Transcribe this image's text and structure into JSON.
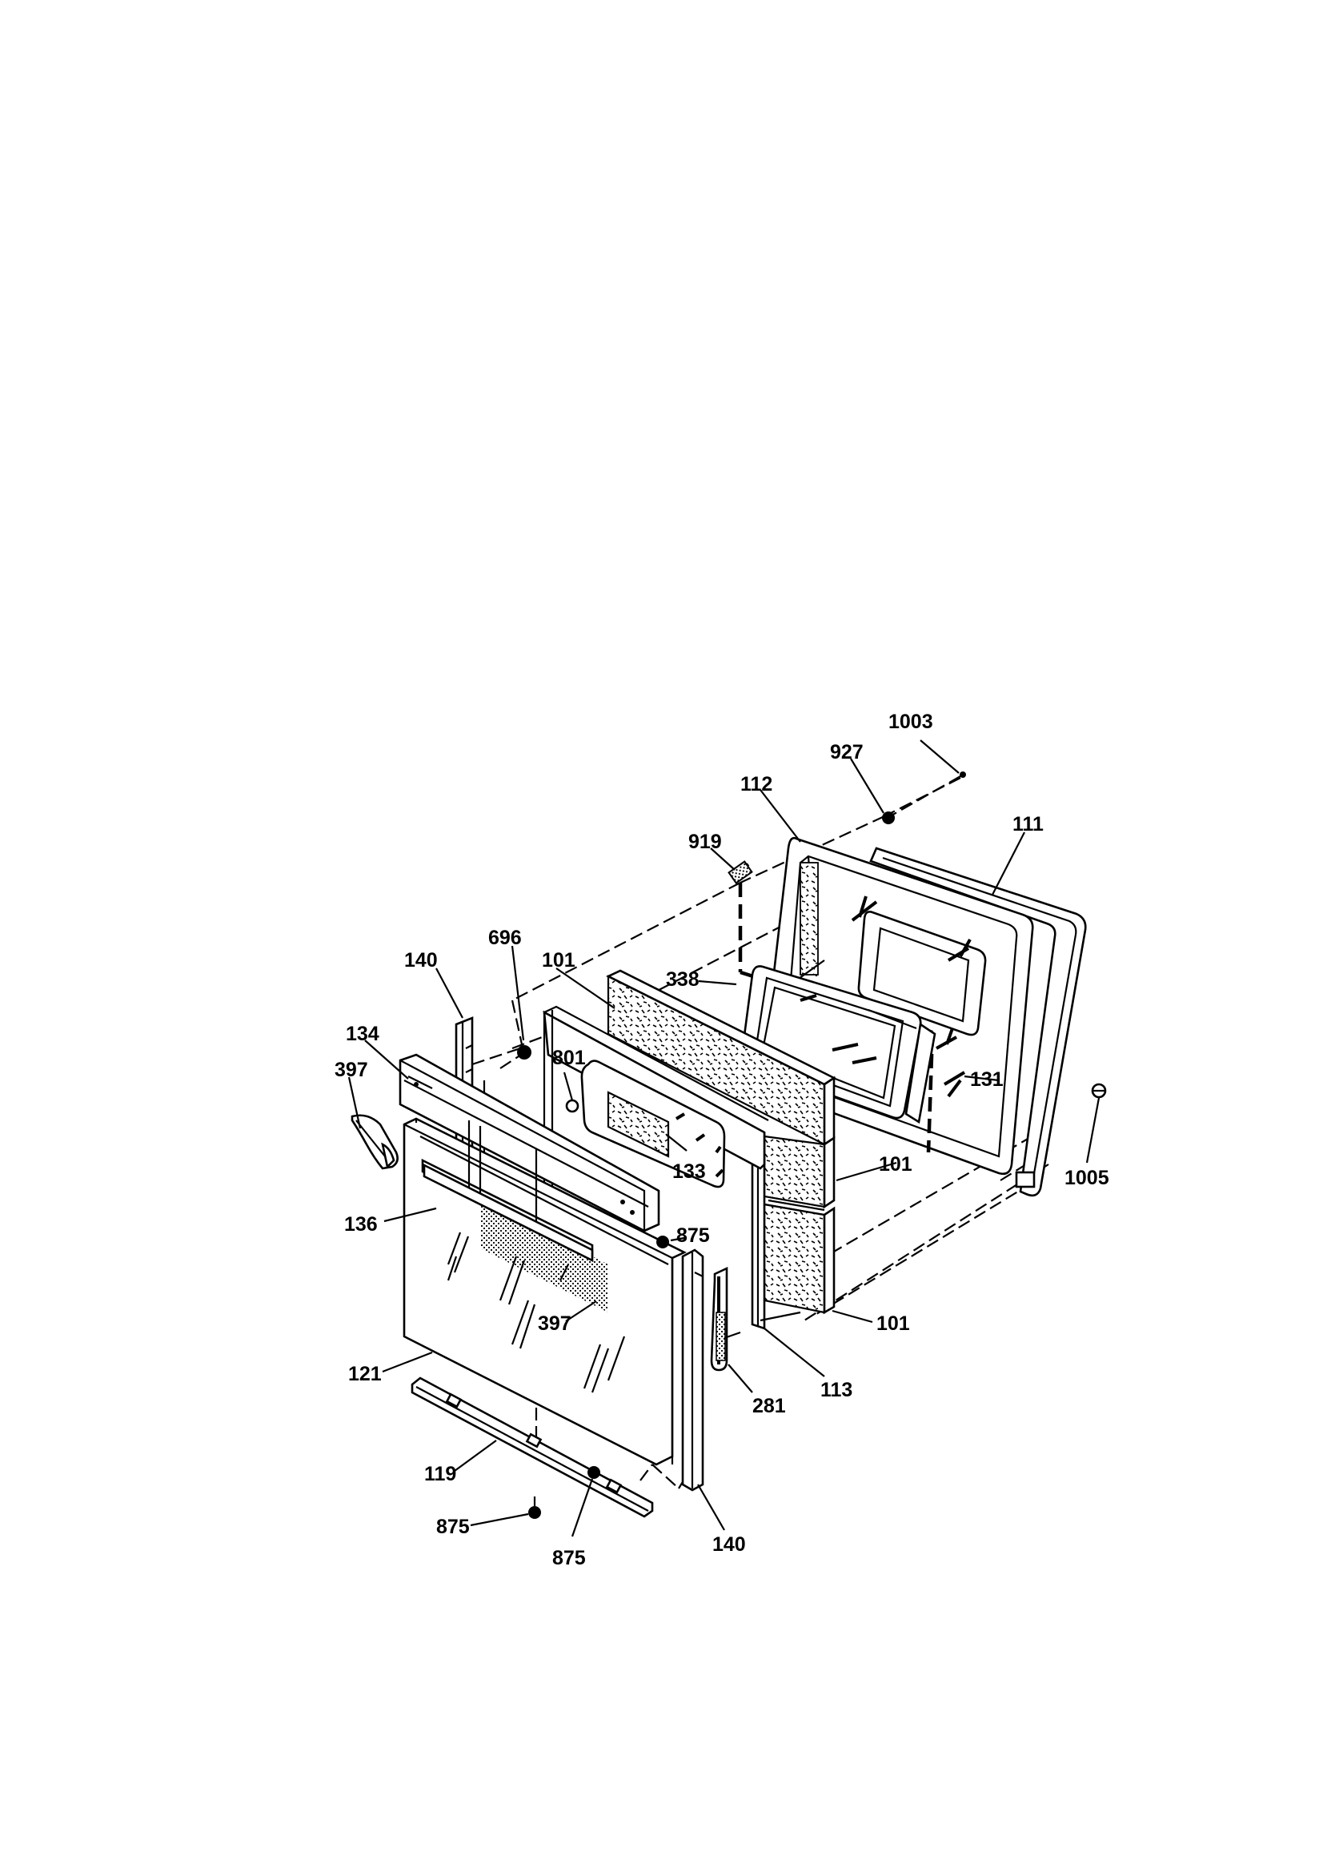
{
  "labels": {
    "l1003": "1003",
    "l927": "927",
    "l112": "112",
    "l111": "111",
    "l919": "919",
    "l696": "696",
    "l140a": "140",
    "l101a": "101",
    "l338": "338",
    "l134": "134",
    "l801": "801",
    "l397a": "397",
    "l131": "131",
    "l133": "133",
    "l1005": "1005",
    "l101b": "101",
    "l136": "136",
    "l875a": "875",
    "l397b": "397",
    "l101c": "101",
    "l121": "121",
    "l113": "113",
    "l281": "281",
    "l119": "119",
    "l875b": "875",
    "l875c": "875",
    "l140b": "140"
  }
}
